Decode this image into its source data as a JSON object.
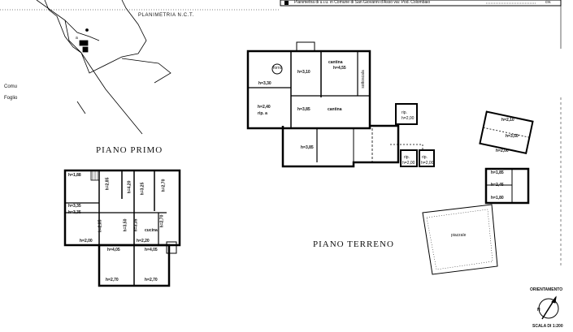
{
  "header": {
    "planimetria_nct": "PLANIMETRIA N.C.T.",
    "strip_text": "Planimetria di u.i.u. in Comune di San Giovanni d'Asso via: Pod. Colombaio",
    "strip_tail": "civ."
  },
  "left_margin": {
    "comune": "Comu",
    "foglio": "Foglio"
  },
  "site_plan": {
    "mark": "a"
  },
  "titles": {
    "piano_primo": "PIANO PRIMO",
    "piano_terreno": "PIANO TERRENO"
  },
  "piano_primo_labels": {
    "h188": "h=1,88",
    "h285a": "h=2,85",
    "h420": "h=4,20",
    "h325": "h=3,25",
    "h270a": "h=2,70",
    "h335a": "h=3,35",
    "h335b": "h=3,35",
    "h285b": "h=2,85",
    "h350": "h=3,50",
    "h335c": "h=3,35",
    "h270b": "h=2,70",
    "cucina": "cucina",
    "h200": "h=2,00",
    "h220": "h=2,20",
    "h405a": "h=4,05",
    "h405b": "h=4,05",
    "h270c": "h=2,70",
    "h270d": "h=2,70"
  },
  "piano_terreno_labels": {
    "forno": "forno",
    "h310": "h=3,10",
    "cantina1": "cantina",
    "h455": "h=4,55",
    "h330": "h=3,30",
    "sottoscala": "sottoscala",
    "h240": "h=2,40",
    "rip1": "rip. a",
    "h385a": "h=3,85",
    "cantina2": "cantina",
    "h385b": "h=3,85",
    "rip2": "rip.",
    "h200a": "h=2,00",
    "rip3": "rip.",
    "h200b": "h=2,00",
    "rip4": "rip.",
    "h200c": "h=2,00"
  },
  "annex_labels": {
    "h210": "h=2,10",
    "h350": "h=3,50",
    "h200a": "h=2,00",
    "h185": "h=1,85",
    "h245": "h=2,45",
    "h200b": "h=1,80"
  },
  "piazzale": {
    "label": "piazzale"
  },
  "orientation": {
    "label": "ORIENTAMENTO",
    "north": "N"
  },
  "scale": {
    "label": "SCALA DI 1:200"
  }
}
